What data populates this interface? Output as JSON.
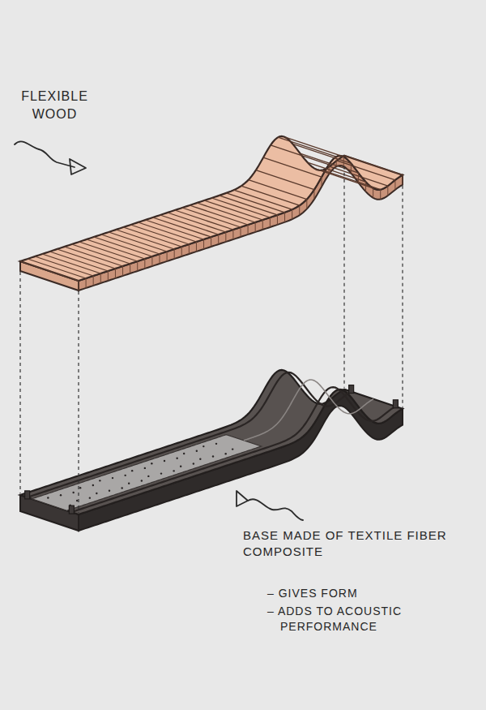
{
  "diagram": {
    "labels": [
      "FLEXIBLE WOOD",
      "BASE MADE OF TEXTILE FIBER COMPOSITE",
      "– GIVES FORM",
      "– ADDS TO ACOUSTIC PERFORMANCE"
    ]
  }
}
